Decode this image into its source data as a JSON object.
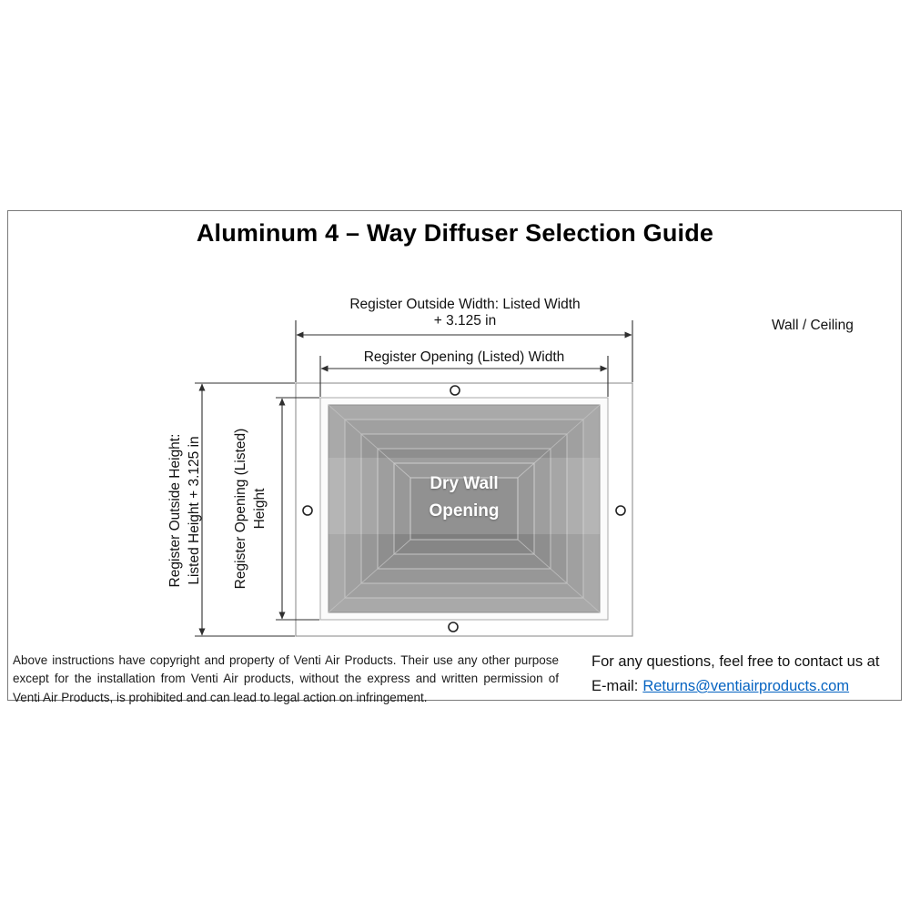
{
  "title": "Aluminum 4 – Way Diffuser Selection Guide",
  "diagram": {
    "wall_ceiling": "Wall / Ceiling",
    "outside_width_line1": "Register Outside Width: Listed Width",
    "outside_width_line2": "+ 3.125 in",
    "opening_width": "Register Opening (Listed) Width",
    "outside_height_line1": "Register Outside Height:",
    "outside_height_line2": "Listed Height + 3.125 in",
    "opening_height_line1": "Register Opening (Listed)",
    "opening_height_line2": "Height",
    "drywall_line1": "Dry Wall",
    "drywall_line2": "Opening"
  },
  "footer": {
    "copyright": "Above instructions have copyright and property of Venti Air Products. Their use any other purpose except for the installation from Venti Air products, without the express and written permission of Venti Air Products, is prohibited and can lead to legal action on infringement.",
    "contact": "For any questions, feel free to contact us at",
    "email_label": "E-mail:",
    "email_address": "Returns@ventiairproducts.com"
  },
  "colors": {
    "link_blue": "#0563c1",
    "diffuser_gray": "#9a9a9a",
    "panel_border": "#7a7a7a"
  }
}
